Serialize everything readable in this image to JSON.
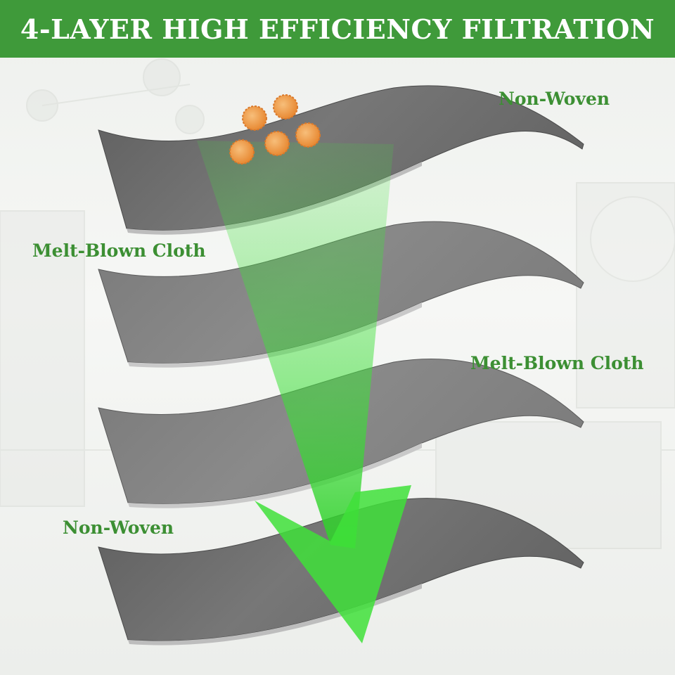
{
  "header": {
    "title": "4-LAYER HIGH EFFICIENCY FILTRATION"
  },
  "layers": [
    {
      "label": "Non-Woven"
    },
    {
      "label": "Melt-Blown Cloth"
    },
    {
      "label": "Melt-Blown Cloth"
    },
    {
      "label": "Non-Woven"
    }
  ],
  "colors": {
    "banner": "#3f9a3a",
    "label_text": "#3c8f33",
    "arrow": "#3fe03a",
    "particles": "#f0a04b",
    "sheet": "#6b6b6b"
  }
}
